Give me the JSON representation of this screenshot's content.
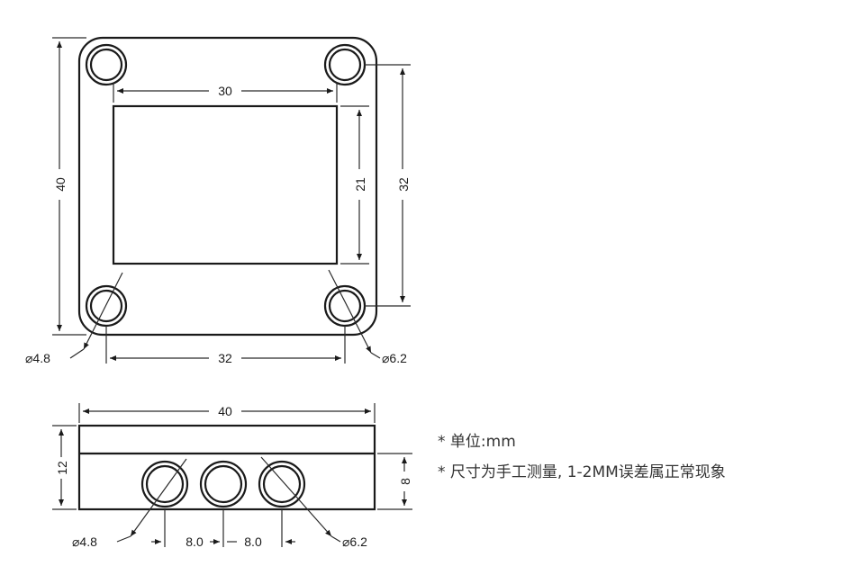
{
  "top_view": {
    "width_outer": "40",
    "height_outer": "40",
    "screen_width": "30",
    "screen_height": "21",
    "hole_spacing_v": "32",
    "hole_spacing_h": "32",
    "small_hole_dia": "⌀4.8",
    "large_hole_dia": "⌀6.2"
  },
  "side_view": {
    "width": "40",
    "height_total": "12",
    "height_lower": "8",
    "small_hole_dia": "⌀4.8",
    "large_hole_dia": "⌀6.2",
    "spacing_left": "8.0",
    "spacing_right": "8.0"
  },
  "notes": {
    "unit": "* 单位:mm",
    "tolerance": "* 尺寸为手工测量, 1-2MM误差属正常现象"
  }
}
